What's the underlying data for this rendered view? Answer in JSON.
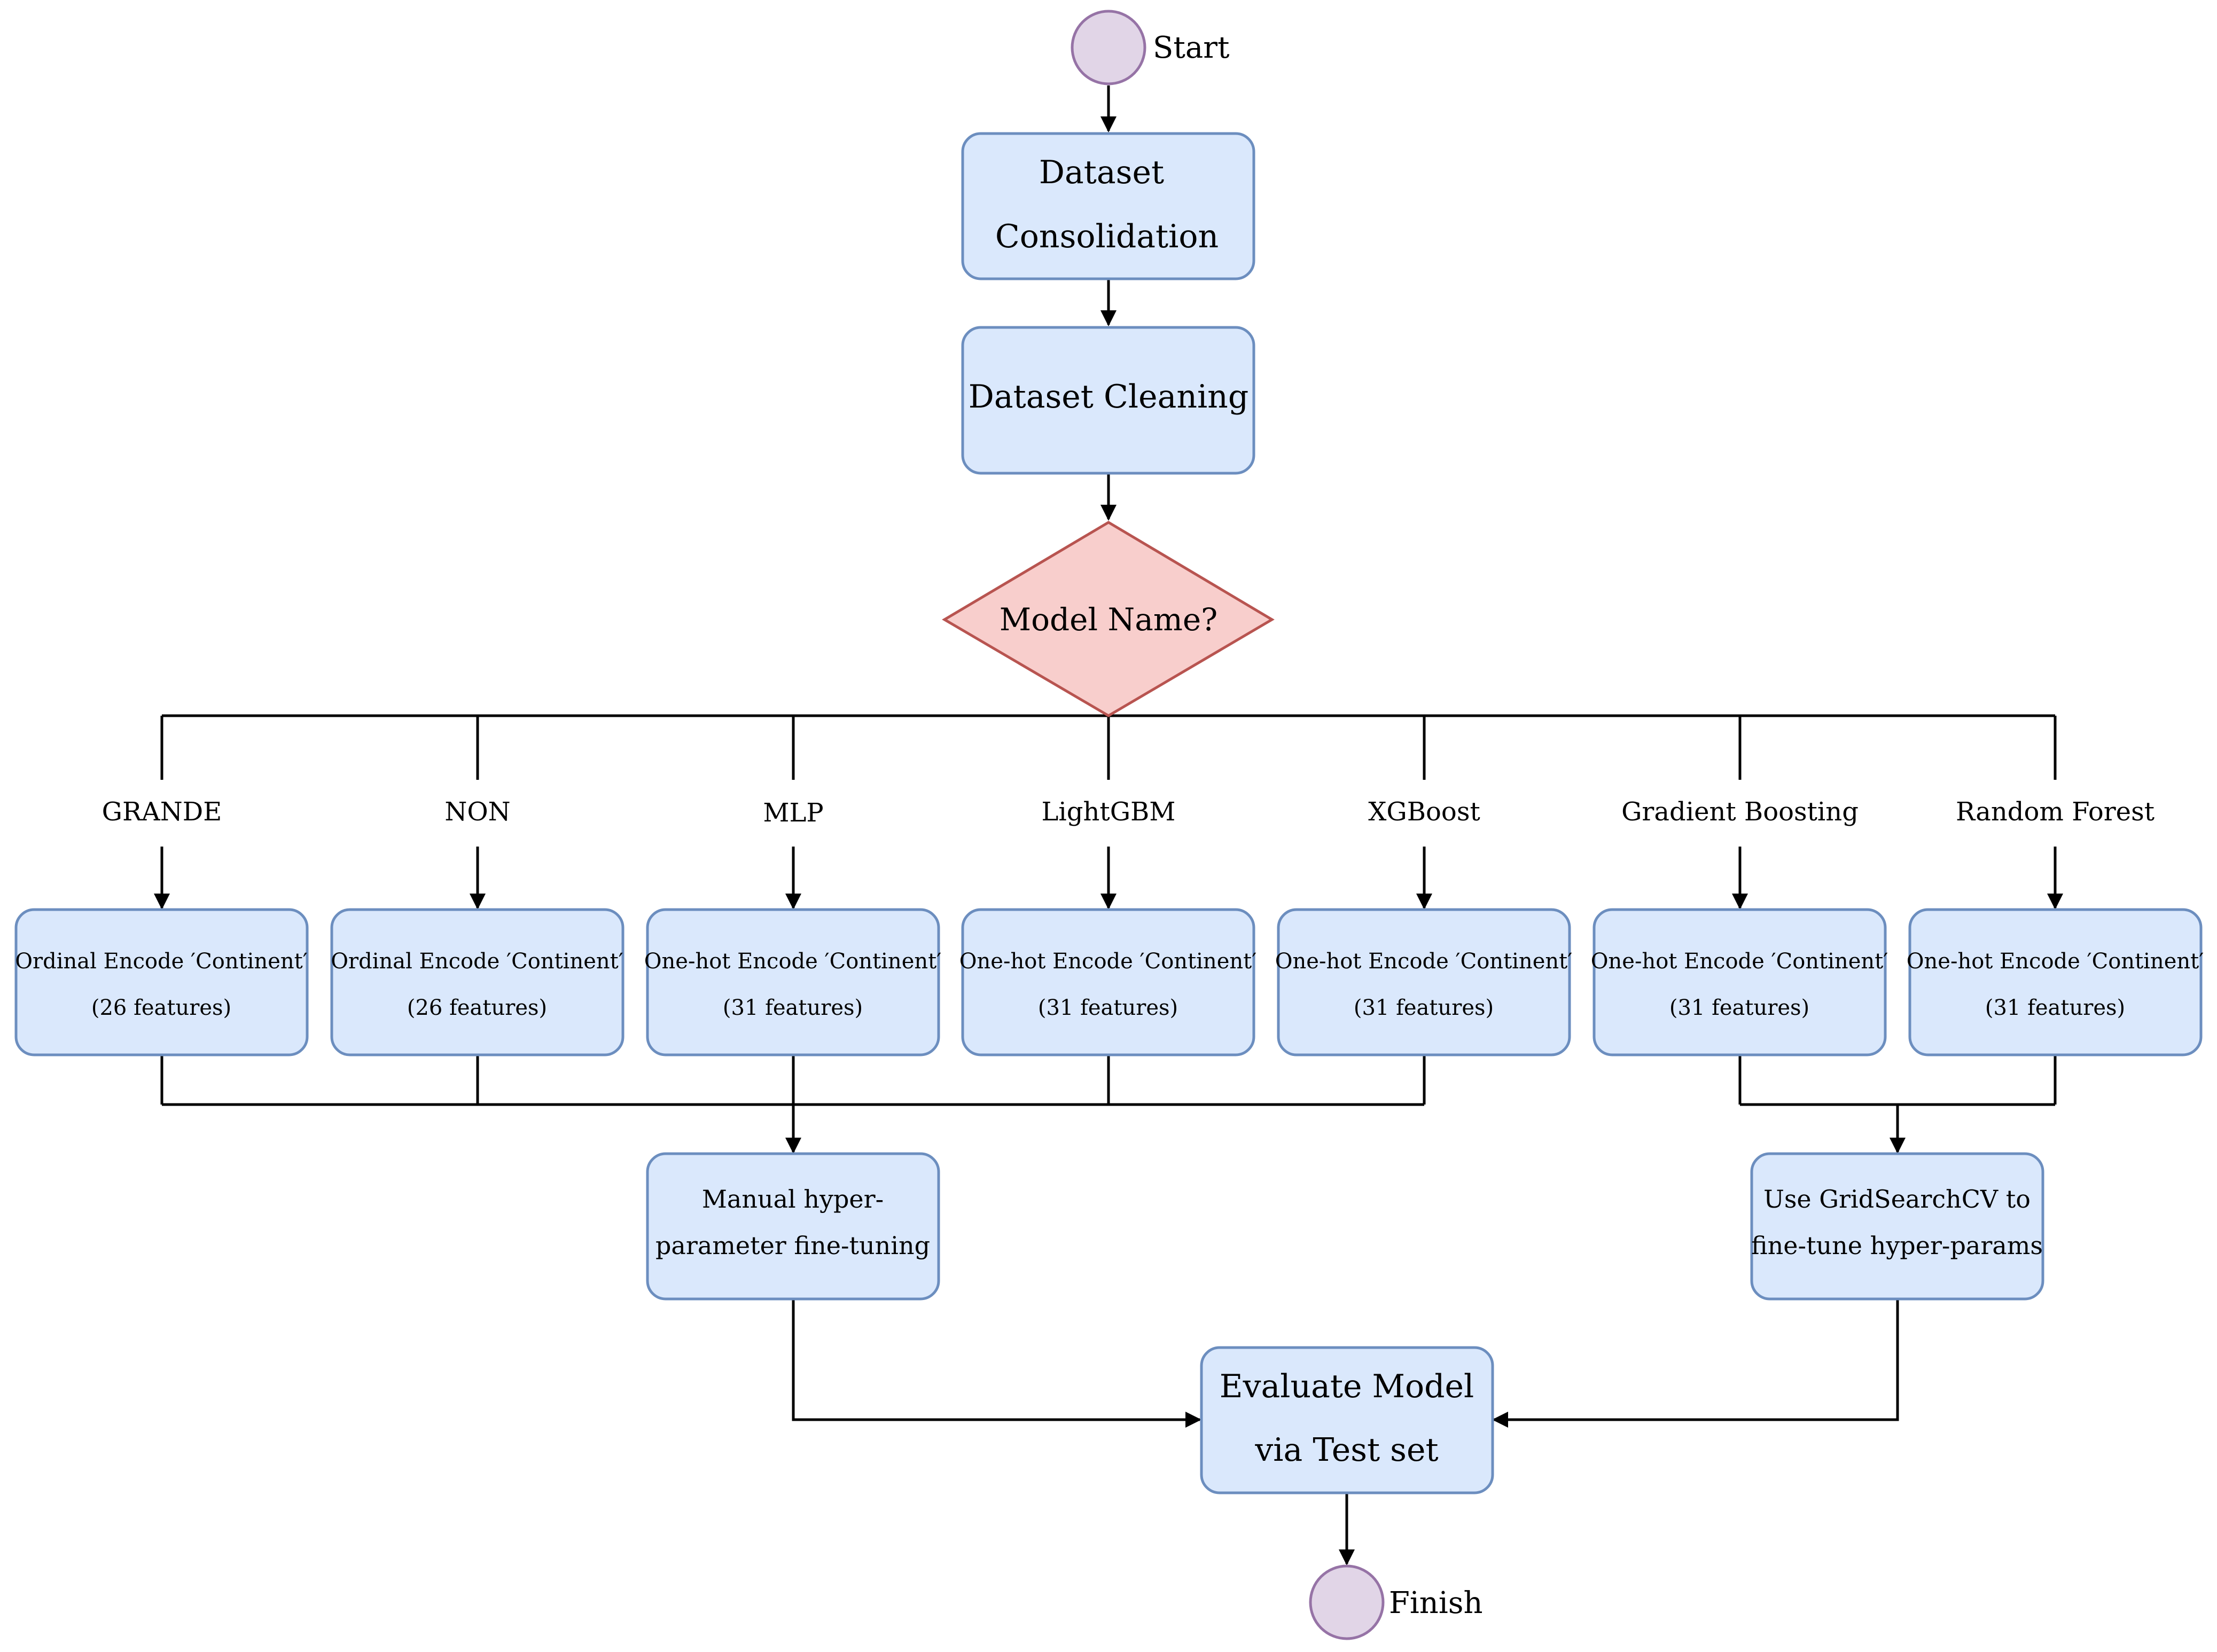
{
  "colors": {
    "process_fill": "#dae8fc",
    "process_stroke": "#6c8ebf",
    "decision_fill": "#f8cecc",
    "decision_stroke": "#b85450",
    "terminal_fill": "#e1d5e7",
    "terminal_stroke": "#9673a6",
    "line": "#000000"
  },
  "start": {
    "label": "Start"
  },
  "consolidation": {
    "line1": "Dataset",
    "line2": "Consolidation"
  },
  "cleaning": {
    "label": "Dataset Cleaning"
  },
  "decision": {
    "label": "Model Name?"
  },
  "branches": [
    {
      "model": "GRANDE",
      "line1": "Ordinal Encode ′Continent′",
      "line2": "(26 features)"
    },
    {
      "model": "NON",
      "line1": "Ordinal Encode ′Continent′",
      "line2": "(26 features)"
    },
    {
      "model": "MLP",
      "line1": "One-hot Encode ′Continent′",
      "line2": "(31 features)"
    },
    {
      "model": "LightGBM",
      "line1": "One-hot Encode ′Continent′",
      "line2": "(31 features)"
    },
    {
      "model": "XGBoost",
      "line1": "One-hot Encode ′Continent′",
      "line2": "(31 features)"
    },
    {
      "model": "Gradient Boosting",
      "line1": "One-hot Encode ′Continent′",
      "line2": "(31 features)"
    },
    {
      "model": "Random Forest",
      "line1": "One-hot Encode ′Continent′",
      "line2": "(31 features)"
    }
  ],
  "manual_tuning": {
    "line1": "Manual hyper-",
    "line2": "parameter fine-tuning"
  },
  "grid_search": {
    "line1": "Use GridSearchCV to",
    "line2": "fine-tune hyper-params"
  },
  "evaluate": {
    "line1": "Evaluate Model",
    "line2": "via Test set"
  },
  "finish": {
    "label": "Finish"
  }
}
